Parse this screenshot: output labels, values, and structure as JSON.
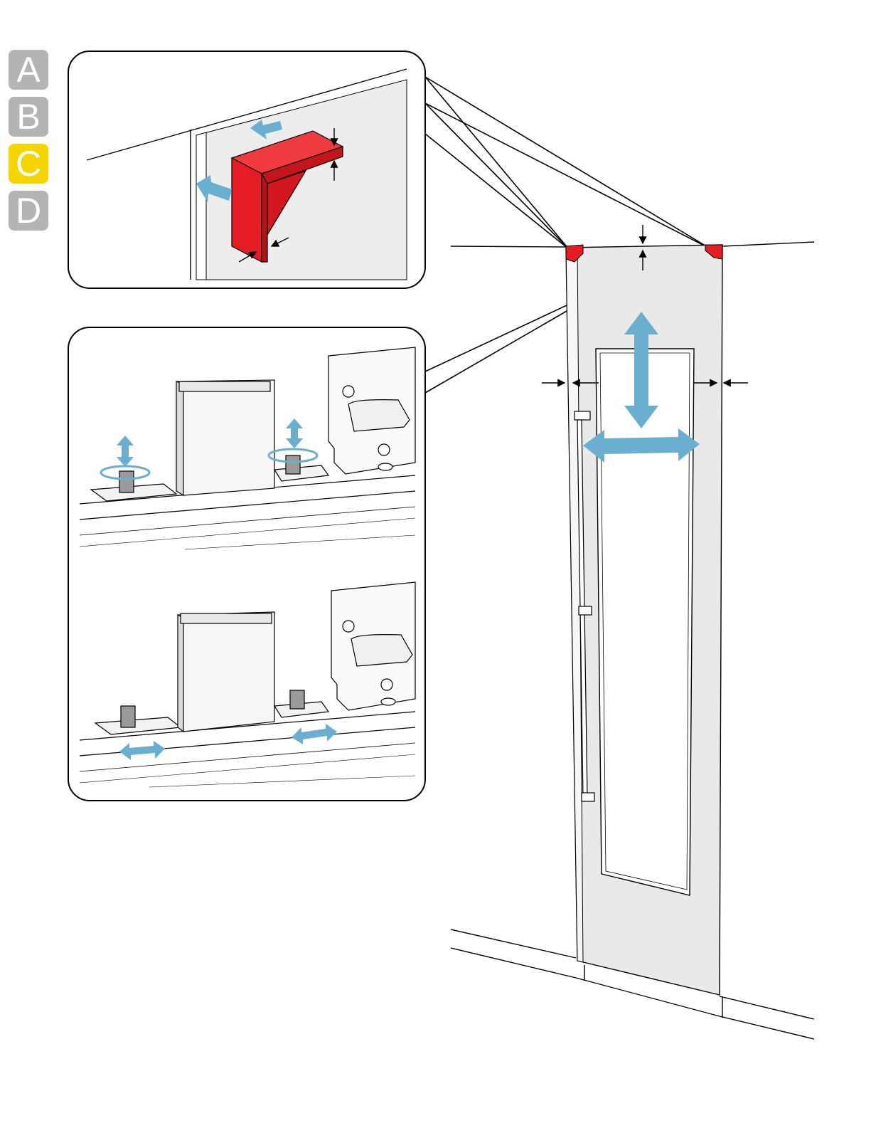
{
  "step_tabs": [
    {
      "label": "A",
      "active": false
    },
    {
      "label": "B",
      "active": false
    },
    {
      "label": "C",
      "active": true
    },
    {
      "label": "D",
      "active": false
    }
  ],
  "colors": {
    "active_tab": "#f5d500",
    "inactive_tab": "#b4b4b4",
    "bracket_red": "#ec1c24",
    "arrow_blue": "#6aaed0",
    "panel_gray": "#ebebeb"
  },
  "icons": [
    "bracket-icon",
    "adjust-vertical-arrow-icon",
    "adjust-horizontal-arrow-icon",
    "rotate-screw-icon",
    "gap-indicator-icon"
  ]
}
